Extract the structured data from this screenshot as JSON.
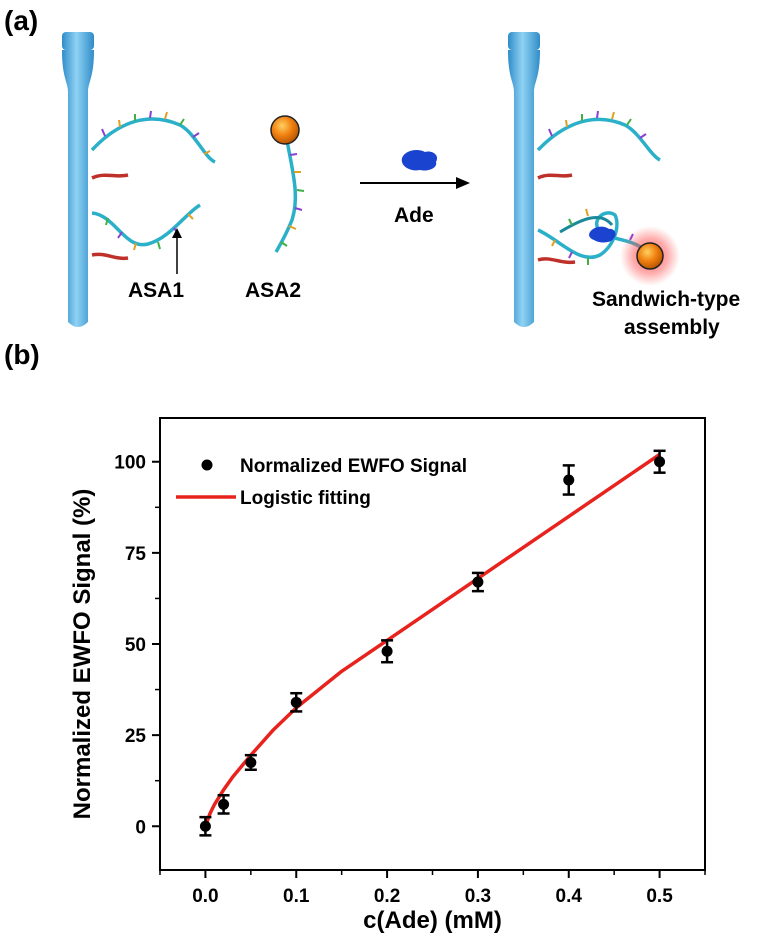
{
  "panel_a": {
    "label": "(a)",
    "left_probe_label": "ASA1",
    "free_probe_label": "ASA2",
    "arrow_label": "Ade",
    "assembly_label_line1": "Sandwich-type",
    "assembly_label_line2": "assembly",
    "colors": {
      "fiber": "#5fb8e8",
      "fiber_dark": "#2f8cc8",
      "strand": "#2ab0c8",
      "short_strand": "#c0302a",
      "bead": "#f08010",
      "bead_glow": "#ff3030",
      "adenine": "#1a44d0"
    }
  },
  "panel_b": {
    "label": "(b)"
  },
  "chart_data": {
    "type": "scatter",
    "xlabel": "c(Ade) (mM)",
    "ylabel": "Normalized EWFO Signal (%)",
    "xlim": [
      -0.05,
      0.55
    ],
    "ylim": [
      -12,
      112
    ],
    "xticks": [
      "0.0",
      "0.1",
      "0.2",
      "0.3",
      "0.4",
      "0.5"
    ],
    "xtick_values": [
      0.0,
      0.1,
      0.2,
      0.3,
      0.4,
      0.5
    ],
    "yticks": [
      "0",
      "25",
      "50",
      "75",
      "100"
    ],
    "ytick_values": [
      0,
      25,
      50,
      75,
      100
    ],
    "grid": false,
    "legend_position": "top-left",
    "series": [
      {
        "name": "Normalized EWFO Signal",
        "kind": "points",
        "color": "#000000",
        "x": [
          0.0,
          0.02,
          0.05,
          0.1,
          0.2,
          0.3,
          0.4,
          0.5
        ],
        "y": [
          0,
          6,
          17.5,
          34,
          48,
          67,
          95,
          100
        ],
        "error": [
          2.5,
          2.5,
          2,
          2.5,
          3,
          2.5,
          4,
          3
        ]
      },
      {
        "name": "Logistic fitting",
        "kind": "line",
        "color": "#e8231e",
        "x": [
          0.0,
          0.005,
          0.01,
          0.02,
          0.03,
          0.05,
          0.075,
          0.1,
          0.15,
          0.2,
          0.25,
          0.3,
          0.35,
          0.4,
          0.45,
          0.5
        ],
        "y": [
          0,
          3.5,
          6,
          10,
          13.5,
          19.5,
          26.5,
          32.5,
          42.5,
          51,
          59.5,
          68,
          76.5,
          85,
          93.5,
          102
        ]
      }
    ]
  }
}
